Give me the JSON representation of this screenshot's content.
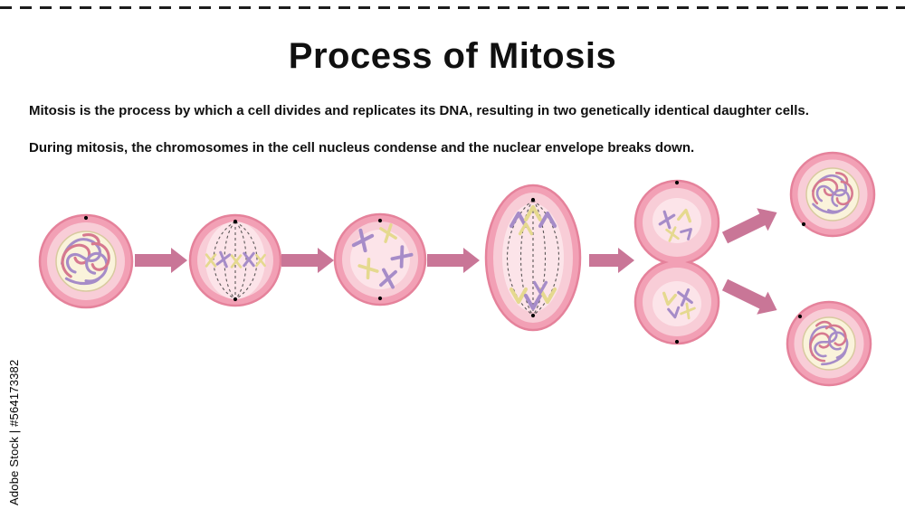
{
  "watermark": {
    "text": "Adobe Stock | #564173382"
  },
  "header": {
    "title": "Process of Mitosis"
  },
  "description": {
    "line1": "Mitosis is the process by which a cell divides and replicates its DNA, resulting in two genetically identical daughter cells.",
    "line2": "During mitosis, the chromosomes in the cell nucleus condense and the nuclear envelope breaks down."
  },
  "figure": {
    "stage_icons": [
      "interphase-cell-icon",
      "prophase-spindle-cell-icon",
      "prometaphase-cell-icon",
      "anaphase-cell-icon",
      "telophase-cytokinesis-cell-icon",
      "daughter-cell-top-icon",
      "daughter-cell-bottom-icon"
    ],
    "arrow_icons": [
      "arrow-1",
      "arrow-2",
      "arrow-3",
      "arrow-4",
      "arrow-to-top-daughter",
      "arrow-to-bottom-daughter"
    ]
  },
  "colors": {
    "pink_mid": "#F2A0B5",
    "pink_dark": "#E5829B",
    "pink_light": "#F8CDD7",
    "pink_lighter": "#FCE4E9",
    "cream": "#FAF3DB",
    "cream_stroke": "#D8CA9F",
    "purple": "#A68CC8",
    "rose": "#D6798F",
    "yellow": "#E5D98F",
    "ink": "#333333",
    "arrow": "#C97697"
  }
}
